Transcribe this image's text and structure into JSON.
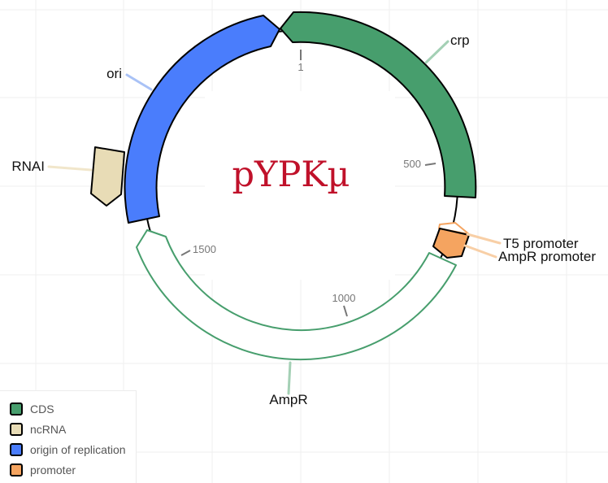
{
  "title": "pYPKµ",
  "colors": {
    "CDS": "#479e6d",
    "ncRNA": "#e8dcb6",
    "origin": "#4a7dfc",
    "promoter": "#f5a460",
    "title": "#c0112a"
  },
  "features": [
    {
      "name": "crp",
      "type": "CDS",
      "icon": "filled-arrow"
    },
    {
      "name": "AmpR",
      "type": "CDS",
      "icon": "outline-arrow"
    },
    {
      "name": "ori",
      "type": "origin of replication",
      "icon": "filled-arrow"
    },
    {
      "name": "RNAI",
      "type": "ncRNA",
      "icon": "filled-arrow"
    },
    {
      "name": "T5 promoter",
      "type": "promoter",
      "icon": "outline-arrow"
    },
    {
      "name": "AmpR promoter",
      "type": "promoter",
      "icon": "filled-arrow"
    }
  ],
  "ticks": [
    "1",
    "500",
    "1000",
    "1500"
  ],
  "legend": [
    {
      "label": "CDS",
      "color": "#479e6d"
    },
    {
      "label": "ncRNA",
      "color": "#e8dcb6"
    },
    {
      "label": "origin of replication",
      "color": "#4a7dfc"
    },
    {
      "label": "promoter",
      "color": "#f5a460"
    }
  ]
}
